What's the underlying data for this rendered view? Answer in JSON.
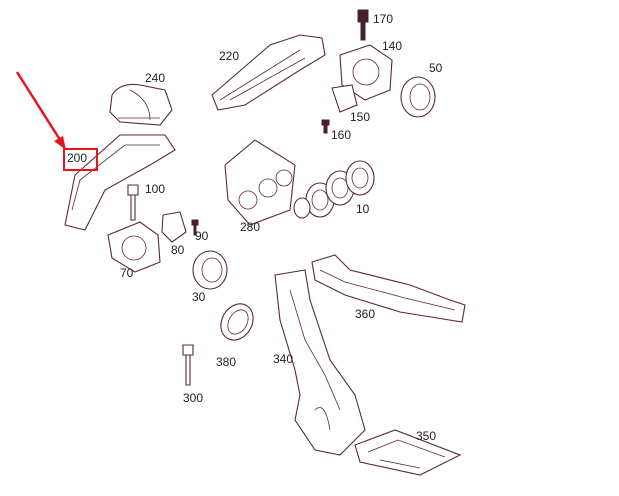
{
  "highlight_color": "#e8141c",
  "line_color": "#5a2a32",
  "highlighted_part": "200",
  "labels": [
    "170",
    "140",
    "220",
    "240",
    "50",
    "150",
    "160",
    "200",
    "100",
    "280",
    "10",
    "90",
    "80",
    "70",
    "30",
    "360",
    "380",
    "340",
    "300",
    "350"
  ]
}
